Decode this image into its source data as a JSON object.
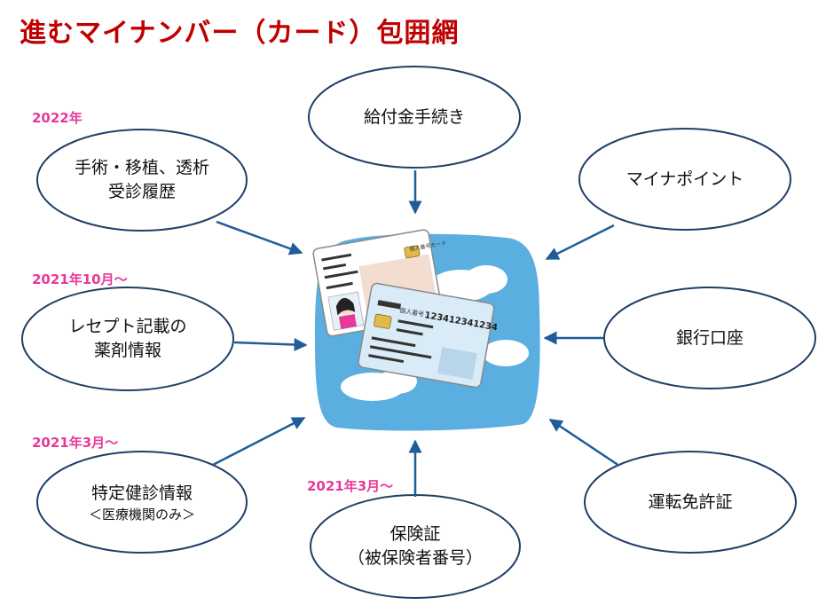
{
  "title": "進むマイナンバー（カード）包囲網",
  "nodes": {
    "kyufukin": {
      "line1": "給付金手続き"
    },
    "mynapoint": {
      "line1": "マイナポイント"
    },
    "shujutsu": {
      "line1": "手術・移植、透析",
      "line2": "受診履歴"
    },
    "receipt": {
      "line1": "レセプト記載の",
      "line2": "薬剤情報"
    },
    "ginko": {
      "line1": "銀行口座"
    },
    "tokutei": {
      "line1": "特定健診情報",
      "sub": "＜医療機関のみ＞"
    },
    "hokensho": {
      "line1": "保険証",
      "line2": "（被保険者番号）"
    },
    "unten": {
      "line1": "運転免許証"
    }
  },
  "dates": {
    "shujutsu": "2022年",
    "receipt": "2021年10月～",
    "tokutei": "2021年3月～",
    "hokensho": "2021年3月～"
  },
  "card": {
    "back_label": "個人番号カード",
    "front_label": "個人番号",
    "number": "123412341234"
  },
  "colors": {
    "title": "#c00000",
    "date": "#e8399a",
    "ellipse_stroke": "#1f3f66",
    "arrow": "#1f5c99",
    "cloud_bg": "#5aaee0",
    "card_back": "#f2ddd0",
    "card_front": "#d8ebf7"
  }
}
